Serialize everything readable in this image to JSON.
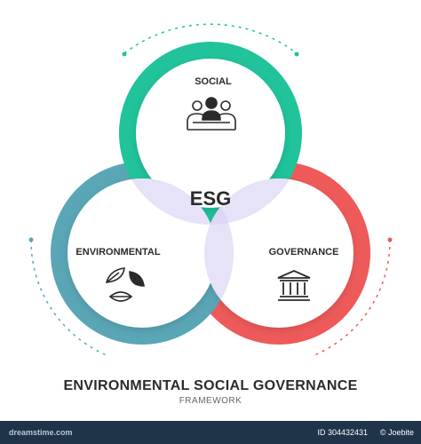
{
  "diagram": {
    "center_label": "ESG",
    "circles": [
      {
        "key": "social",
        "label": "SOCIAL",
        "icon": "people-meeting-icon",
        "color": "#20c39a"
      },
      {
        "key": "environmental",
        "label": "ENVIRONMENTAL",
        "icon": "leaves-icon",
        "color": "#5aa6b6"
      },
      {
        "key": "governance",
        "label": "GOVERNANCE",
        "icon": "institution-building-icon",
        "color": "#ee5a5a"
      }
    ],
    "overlap_color": "#e6e2f7"
  },
  "title": "ENVIRONMENTAL SOCIAL GOVERNANCE",
  "subtitle": "FRAMEWORK",
  "footer": {
    "watermark": "dreamstime.com",
    "id": "ID 304432431",
    "author": "© Joebite"
  }
}
